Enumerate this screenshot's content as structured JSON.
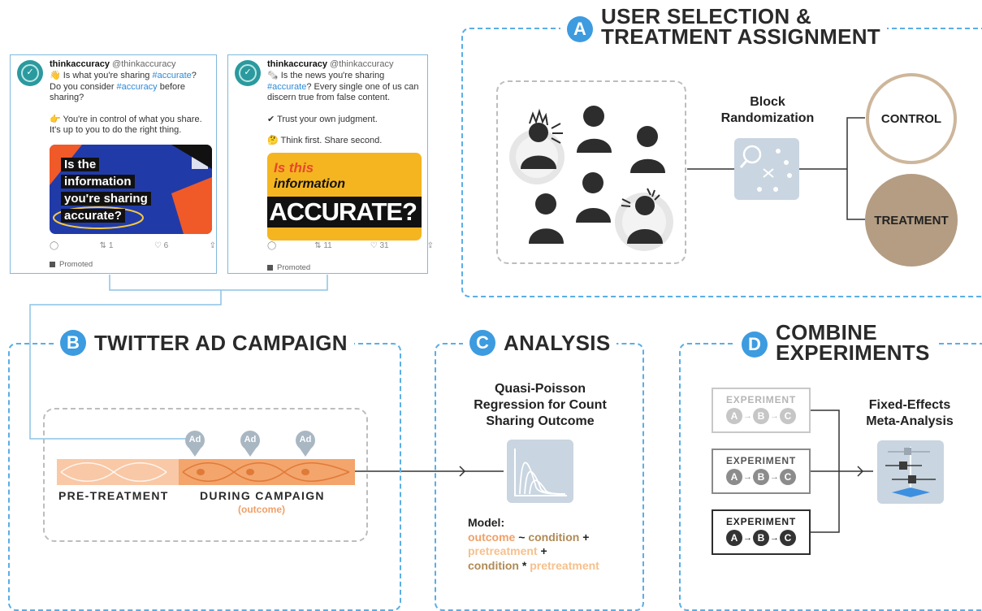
{
  "colors": {
    "accent_blue": "#3d9be0",
    "frame_blue": "#5aaee6",
    "control_ring": "#cdb69b",
    "treatment_fill": "#b49d83",
    "icon_box": "#c9d5e0",
    "timeline_light": "#f9c8a6",
    "timeline_dark": "#f3a56c",
    "outcome_orange": "#f0a068"
  },
  "tweets": [
    {
      "name": "thinkaccuracy",
      "handle": "@thinkaccuracy",
      "lines": [
        [
          "👋 Is what you're sharing ",
          "#accurate",
          "?"
        ],
        [
          "Do you consider ",
          "#accuracy",
          " before"
        ],
        [
          "sharing?",
          "",
          ""
        ]
      ],
      "line2": "👉 You're in control of what you share.",
      "line3": "It's up to you to do the right thing.",
      "ad_text": [
        "Is the",
        "information",
        "you're sharing",
        "accurate?"
      ],
      "reply": "",
      "retweet": "1",
      "like": "6",
      "promoted": "Promoted"
    },
    {
      "name": "thinkaccuracy",
      "handle": "@thinkaccuracy",
      "lines": [
        [
          "🗞️ Is the news you're sharing",
          "",
          ""
        ],
        [
          "",
          "#accurate",
          "? Every single one of us can"
        ],
        [
          "discern true from false content.",
          "",
          ""
        ]
      ],
      "line2": "✔ Trust your own judgment.",
      "line3": "🤔 Think first. Share second.",
      "ad_text": [
        "Is this",
        "information",
        "ACCURATE?"
      ],
      "reply": "",
      "retweet": "11",
      "like": "31",
      "promoted": "Promoted"
    }
  ],
  "sectionA": {
    "letter": "A",
    "title_l1": "USER SELECTION &",
    "title_l2": "TREATMENT ASSIGNMENT",
    "block_l1": "Block",
    "block_l2": "Randomization",
    "control": "CONTROL",
    "treatment": "TREATMENT"
  },
  "sectionB": {
    "letter": "B",
    "title": "TWITTER AD CAMPAIGN",
    "ad_label": "Ad",
    "pre": "PRE-TREATMENT",
    "during": "DURING CAMPAIGN",
    "outcome": "(outcome)"
  },
  "sectionC": {
    "letter": "C",
    "title": "ANALYSIS",
    "method_l1": "Quasi-Poisson",
    "method_l2": "Regression for Count",
    "method_l3": "Sharing Outcome",
    "model_label": "Model:",
    "m_outcome": "outcome",
    "m_tilde": " ~ ",
    "m_condition": "condition",
    "m_plus": " +",
    "m_pretreatment": "pretreatment",
    "m_plus2": " +",
    "m_condition2": "condition",
    "m_star": " * ",
    "m_pretreatment2": "pretreatment"
  },
  "sectionD": {
    "letter": "D",
    "title_l1": "COMBINE",
    "title_l2": "EXPERIMENTS",
    "experiment": "EXPERIMENT",
    "chain": [
      "A",
      "B",
      "C"
    ],
    "meta_l1": "Fixed-Effects",
    "meta_l2": "Meta-Analysis"
  }
}
